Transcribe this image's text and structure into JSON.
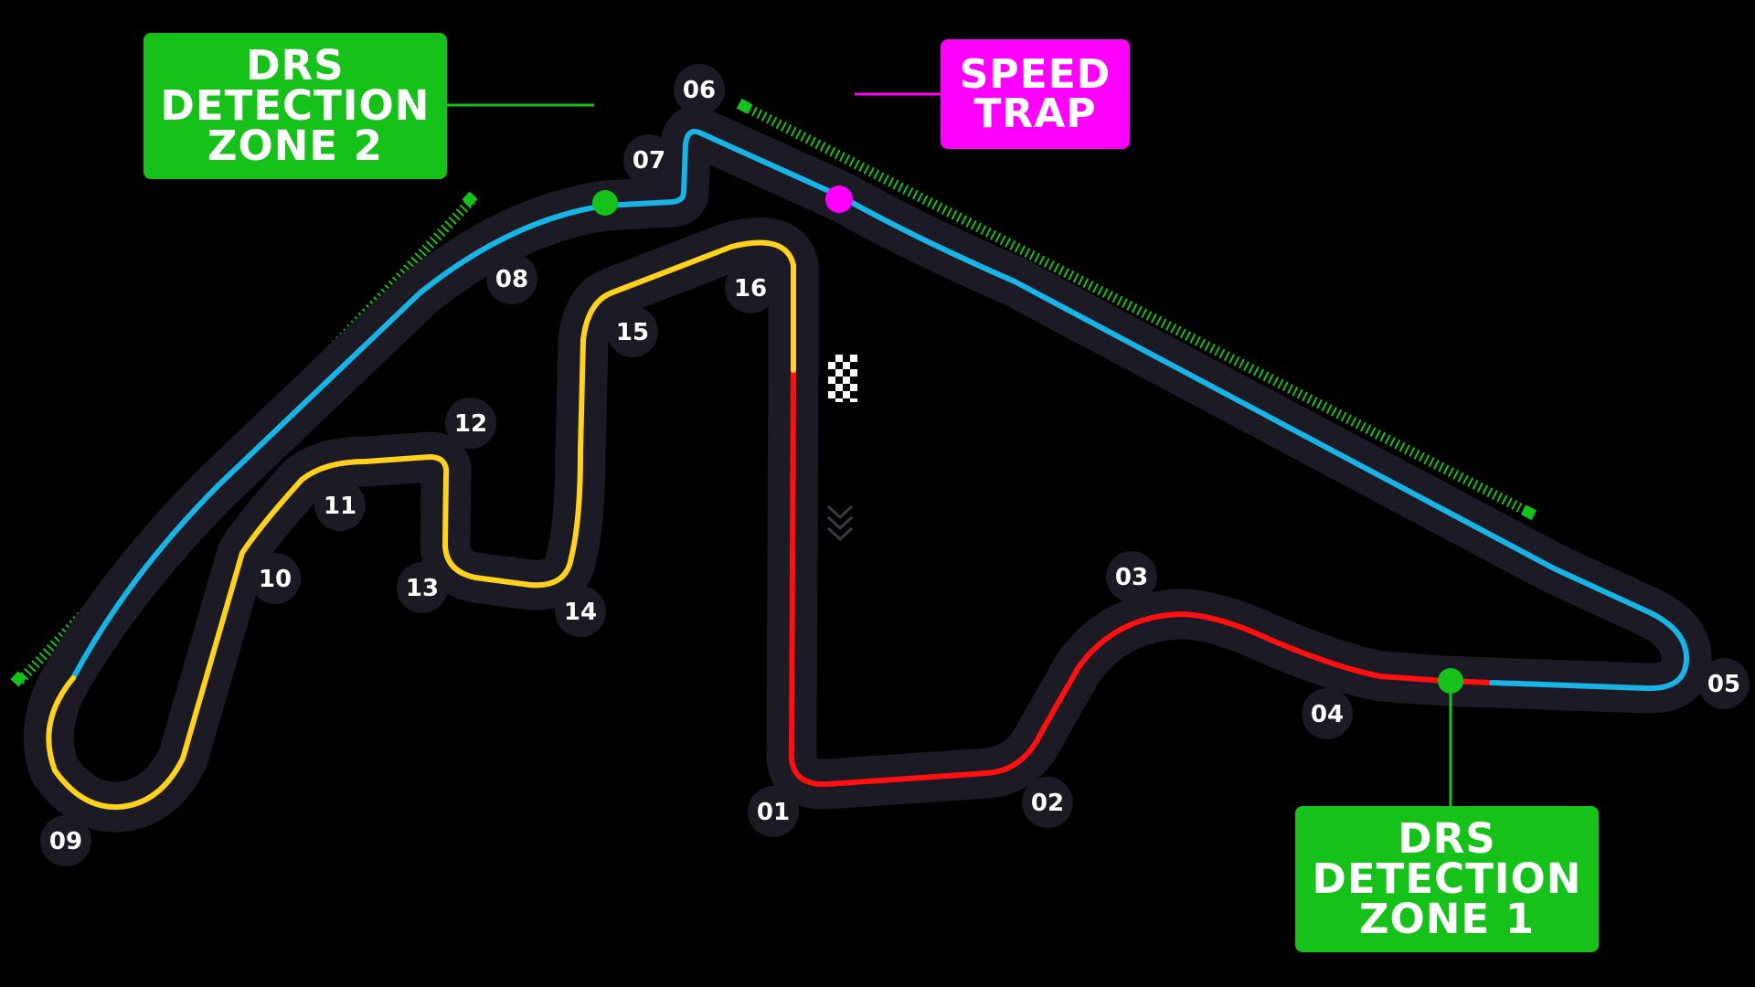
{
  "labels": {
    "drs_zone_2": "DRS\nDETECTION\nZONE 2",
    "speed_trap": "SPEED\nTRAP",
    "drs_zone_1": "DRS\nDETECTION\nZONE 1"
  },
  "turns": [
    "01",
    "02",
    "03",
    "04",
    "05",
    "06",
    "07",
    "08",
    "09",
    "10",
    "11",
    "12",
    "13",
    "14",
    "15",
    "16"
  ],
  "colors": {
    "background": "#000000",
    "track_outline": "#1c1a24",
    "sector_1": "#ff1010",
    "sector_2": "#18b4e6",
    "sector_3": "#ffd21e",
    "drs": "#16c21a",
    "speed_trap": "#ff00ff"
  },
  "icons": {
    "start_finish": "chequered-flag-icon",
    "direction": "chevron-down-icon"
  }
}
